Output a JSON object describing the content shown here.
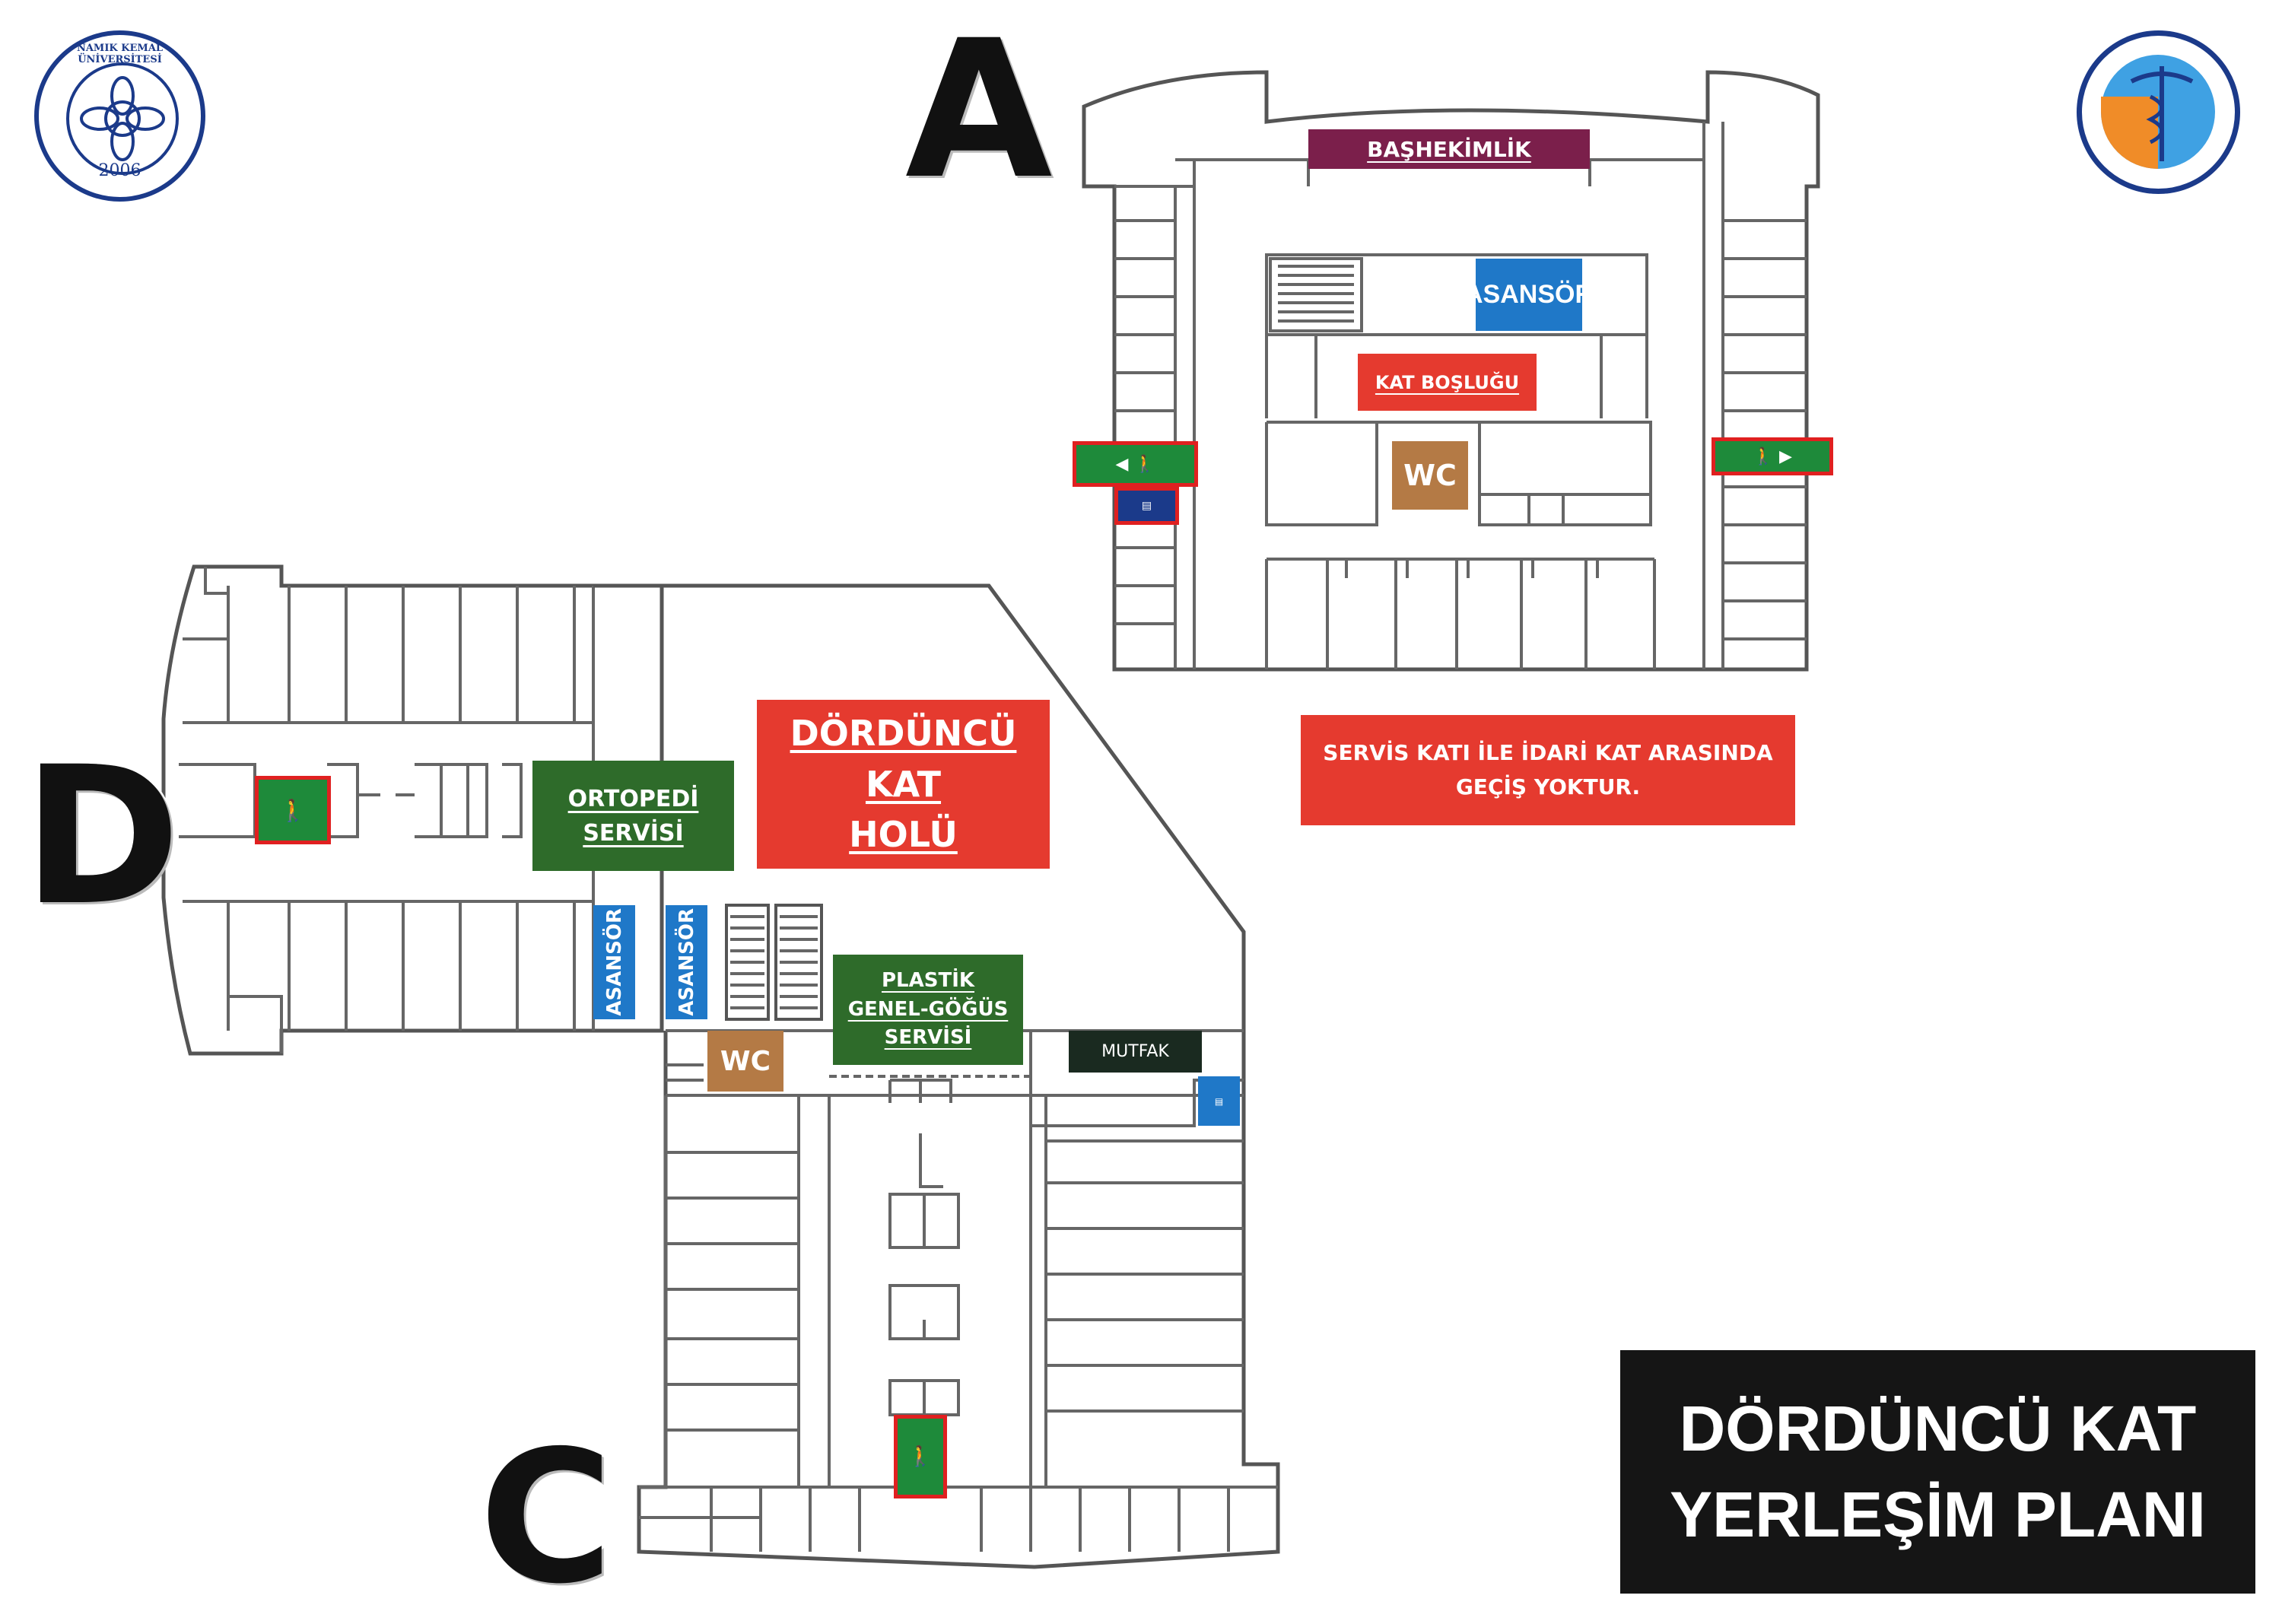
{
  "wings": {
    "a": "A",
    "c": "C",
    "d": "D"
  },
  "rooms": {
    "bashekimlik": "BAŞHEKİMLİK",
    "asansor_a": "ASANSÖR",
    "kat_boslugu": "KAT BOŞLUĞU",
    "wc_a": "WC",
    "ortopedi_line1": "ORTOPEDİ",
    "ortopedi_line2": "SERVİSİ",
    "hol_line1": "DÖRDÜNCÜ",
    "hol_line2": "KAT",
    "hol_line3": "HOLÜ",
    "asansor_d1": "ASANSÖR",
    "asansor_d2": "ASANSÖR",
    "wc_c": "WC",
    "plastik_line1": "PLASTİK",
    "plastik_line2": "GENEL-GÖĞÜS",
    "plastik_line3": "SERVİSİ",
    "mutfak": "MUTFAK"
  },
  "notice": {
    "line1": "SERVİS KATI İLE İDARİ KAT ARASINDA",
    "line2": "GEÇİŞ YOKTUR."
  },
  "plan_title": {
    "line1": "DÖRDÜNCÜ KAT",
    "line2": "YERLEŞİM PLANI"
  },
  "logo_left": {
    "text": "NAMIK KEMAL ÜNİVERSİTESİ",
    "year": "2006"
  },
  "colors": {
    "maroon": "#7b1f4b",
    "blue": "#1f78c8",
    "red": "#e53a2f",
    "brown": "#b47a45",
    "green": "#2e6b2a",
    "dark": "#1a2a20",
    "black": "#151515"
  }
}
